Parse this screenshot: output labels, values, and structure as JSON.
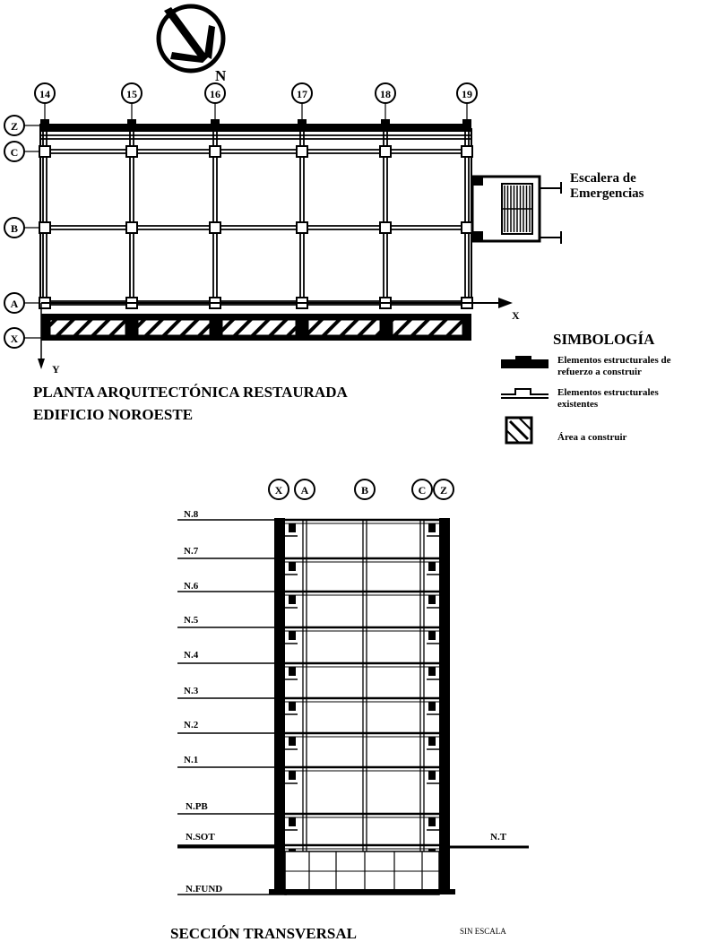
{
  "plan": {
    "north_label": "N",
    "column_axes": [
      "14",
      "15",
      "16",
      "17",
      "18",
      "19"
    ],
    "row_axes": [
      "Z",
      "C",
      "B",
      "A",
      "X"
    ],
    "x_axis_label": "X",
    "y_axis_label": "Y",
    "stair_label_line1": "Escalera de",
    "stair_label_line2": "Emergencias",
    "title_line1": "PLANTA ARQUITECTÓNICA RESTAURADA",
    "title_line2": "EDIFICIO NOROESTE"
  },
  "legend": {
    "title": "SIMBOLOGÍA",
    "item1_line1": "Elementos estructurales de",
    "item1_line2": "refuerzo a construir",
    "item2_line1": "Elementos estructurales",
    "item2_line2": "existentes",
    "item3": "Área a construir"
  },
  "section": {
    "axes": [
      "X",
      "A",
      "B",
      "C",
      "Z"
    ],
    "levels": [
      "N.8",
      "N.7",
      "N.6",
      "N.5",
      "N.4",
      "N.3",
      "N.2",
      "N.1",
      "N.PB",
      "N.SOT",
      "N.FUND"
    ],
    "ground_label": "N.T",
    "title": "SECCIÓN TRANSVERSAL",
    "scale_note": "SIN ESCALA"
  },
  "colors": {
    "ink": "#000000",
    "paper": "#ffffff"
  }
}
